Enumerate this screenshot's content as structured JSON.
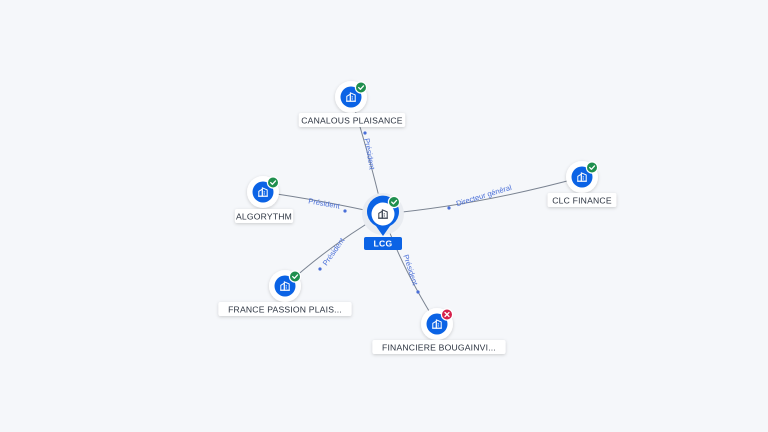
{
  "graph": {
    "colors": {
      "node_fill": "#0b63e5",
      "active_badge": "#1f8f4e",
      "inactive_badge": "#d6204c",
      "edge": "#7a8391",
      "edge_label": "#4a6fd8",
      "center_label_bg": "#0b63e5",
      "label_text": "#2b3340"
    },
    "center": {
      "id": "lcg",
      "label": "LCG",
      "status": "active",
      "icon": "company-building-icon"
    },
    "nodes": [
      {
        "id": "canalous",
        "label": "CANALOUS PLAISANCE",
        "status": "active",
        "icon": "company-building-icon"
      },
      {
        "id": "algorythm",
        "label": "ALGORYTHM",
        "status": "active",
        "icon": "company-building-icon"
      },
      {
        "id": "clc",
        "label": "CLC FINANCE",
        "status": "active",
        "icon": "company-building-icon"
      },
      {
        "id": "france-passion",
        "label": "FRANCE PASSION PLAIS...",
        "status": "active",
        "icon": "company-building-icon"
      },
      {
        "id": "financiere",
        "label": "FINANCIERE BOUGAINVI...",
        "status": "inactive",
        "icon": "company-building-icon"
      }
    ],
    "edges": [
      {
        "from": "lcg",
        "to": "canalous",
        "label": "Président"
      },
      {
        "from": "lcg",
        "to": "algorythm",
        "label": "Président"
      },
      {
        "from": "lcg",
        "to": "clc",
        "label": "Directeur général"
      },
      {
        "from": "lcg",
        "to": "france-passion",
        "label": "Président"
      },
      {
        "from": "lcg",
        "to": "financiere",
        "label": "Président"
      }
    ]
  }
}
